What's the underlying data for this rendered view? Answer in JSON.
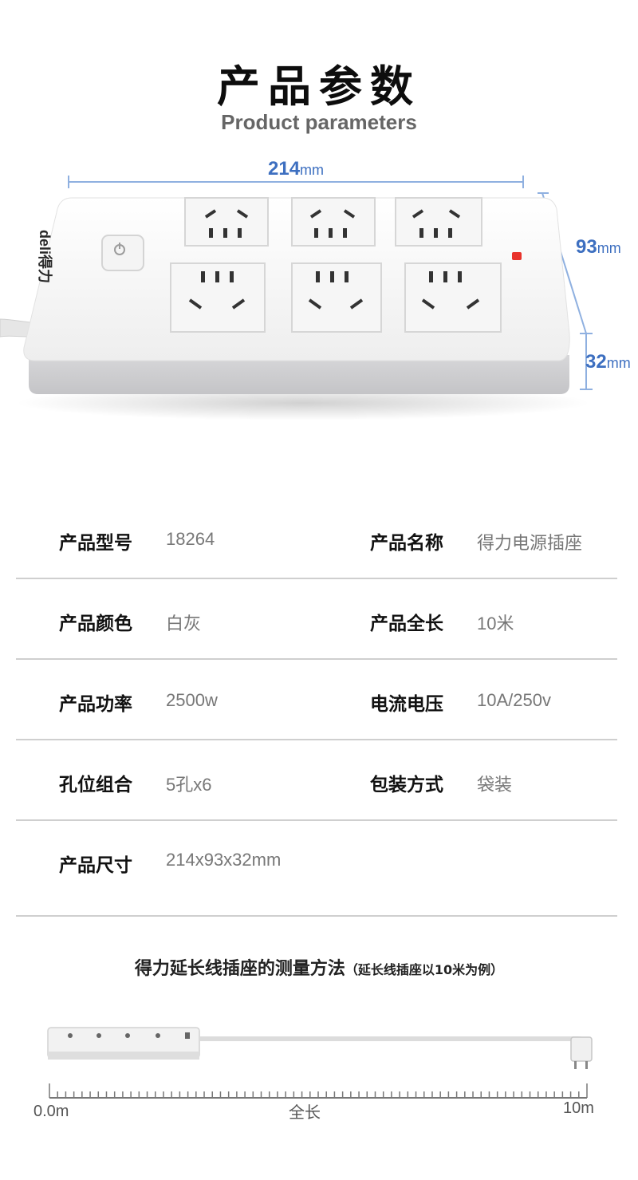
{
  "header": {
    "title_cn": "产品参数",
    "title_en": "Product parameters"
  },
  "product": {
    "brand": "deli得力",
    "dimensions": {
      "width_value": "214",
      "height_value": "93",
      "depth_value": "32",
      "unit": "mm"
    },
    "socket_count": 6,
    "colors": {
      "dimension_line": "#3d6fc0",
      "indicator": "#e8322b"
    }
  },
  "specs": {
    "rows": [
      {
        "label1": "产品型号",
        "value1": "18264",
        "label2": "产品名称",
        "value2": "得力电源插座"
      },
      {
        "label1": "产品颜色",
        "value1": "白灰",
        "label2": "产品全长",
        "value2": "10米"
      },
      {
        "label1": "产品功率",
        "value1": "2500w",
        "label2": "电流电压",
        "value2": "10A/250v"
      },
      {
        "label1": "孔位组合",
        "value1": "5孔x6",
        "label2": "包装方式",
        "value2": "袋装"
      },
      {
        "label1": "产品尺寸",
        "value1": "214x93x32mm"
      }
    ]
  },
  "measure": {
    "title": "得力延长线插座的测量方法",
    "note": "（延长线插座以10米为例）",
    "start_label": "0.0m",
    "mid_label": "全长",
    "end_label": "10m"
  }
}
